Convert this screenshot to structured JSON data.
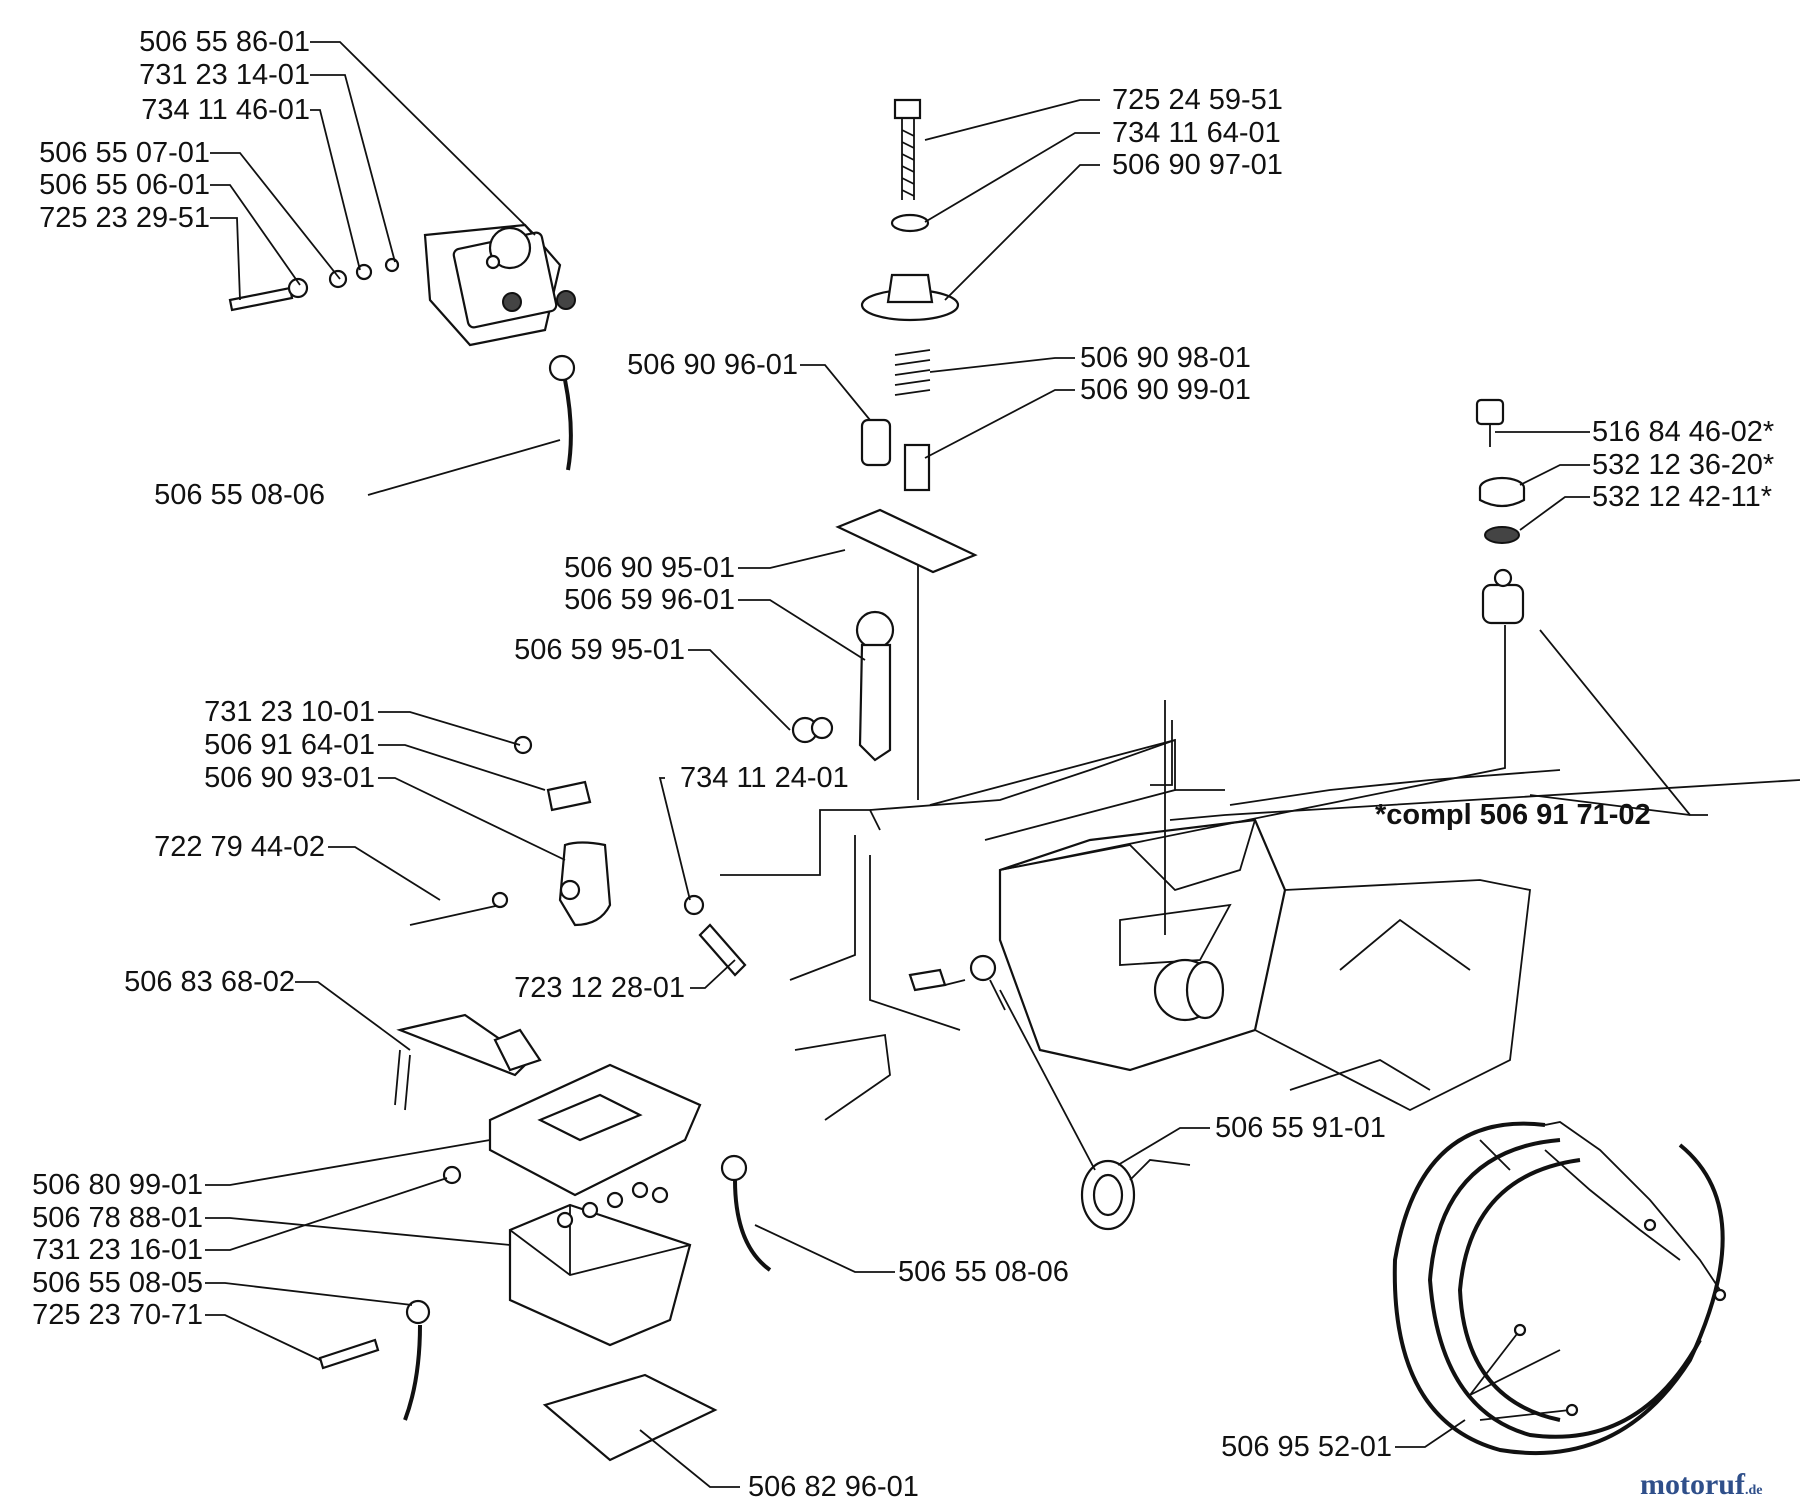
{
  "labels": {
    "p_506558601": "506 55 86-01",
    "p_731231401": "731 23 14-01",
    "p_734114601": "734 11 46-01",
    "p_506550701": "506 55 07-01",
    "p_506550601": "506 55 06-01",
    "p_725232951": "725 23 29-51",
    "p_506550806_a": "506 55 08-06",
    "p_725245951": "725 24 59-51",
    "p_734116401": "734 11 64-01",
    "p_506909701": "506 90 97-01",
    "p_506909601": "506 90 96-01",
    "p_506909801": "506 90 98-01",
    "p_506909901": "506 90 99-01",
    "p_516844602": "516 84 46-02*",
    "p_532123620": "532 12 36-20*",
    "p_532124211": "532 12 42-11*",
    "p_506909501": "506 90 95-01",
    "p_506599601": "506 59 96-01",
    "p_506599501": "506 59 95-01",
    "p_731231001": "731 23 10-01",
    "p_506916401": "506 91 64-01",
    "p_506909301": "506 90 93-01",
    "p_734112401": "734 11 24-01",
    "p_compl": "*compl 506 91 71-02",
    "p_722794402": "722 79 44-02",
    "p_723122801": "723 12 28-01",
    "p_506836802": "506 83 68-02",
    "p_506559101": "506 55 91-01",
    "p_506809901": "506 80 99-01",
    "p_506788801": "506 78 88-01",
    "p_731231601": "731 23 16-01",
    "p_506550805": "506 55 08-05",
    "p_725237071": "725 23 70-71",
    "p_506550806_b": "506 55 08-06",
    "p_506829601": "506 82 96-01",
    "p_506955201": "506 95 52-01"
  },
  "watermark": {
    "brand": "motoruf",
    "domain": ".de"
  }
}
